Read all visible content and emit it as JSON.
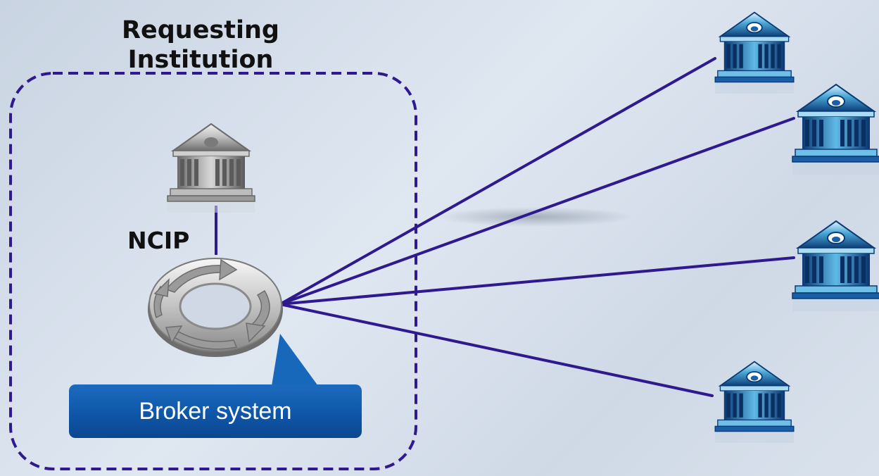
{
  "diagram": {
    "requesting_institution_label": "Requesting Institution",
    "protocol_label": "NCIP",
    "broker_label": "Broker system",
    "remote_library_count": 4,
    "colors": {
      "connector": "#2e1a8e",
      "boundary": "#2e1a8e",
      "broker_fill": "#0f56a8",
      "local_library": "#8c8c8c",
      "remote_library": "#1f6fa8"
    },
    "icons": {
      "local_library": "library-building-icon",
      "remote_library": "library-building-icon",
      "broker": "circular-arrows-ring-icon"
    }
  }
}
